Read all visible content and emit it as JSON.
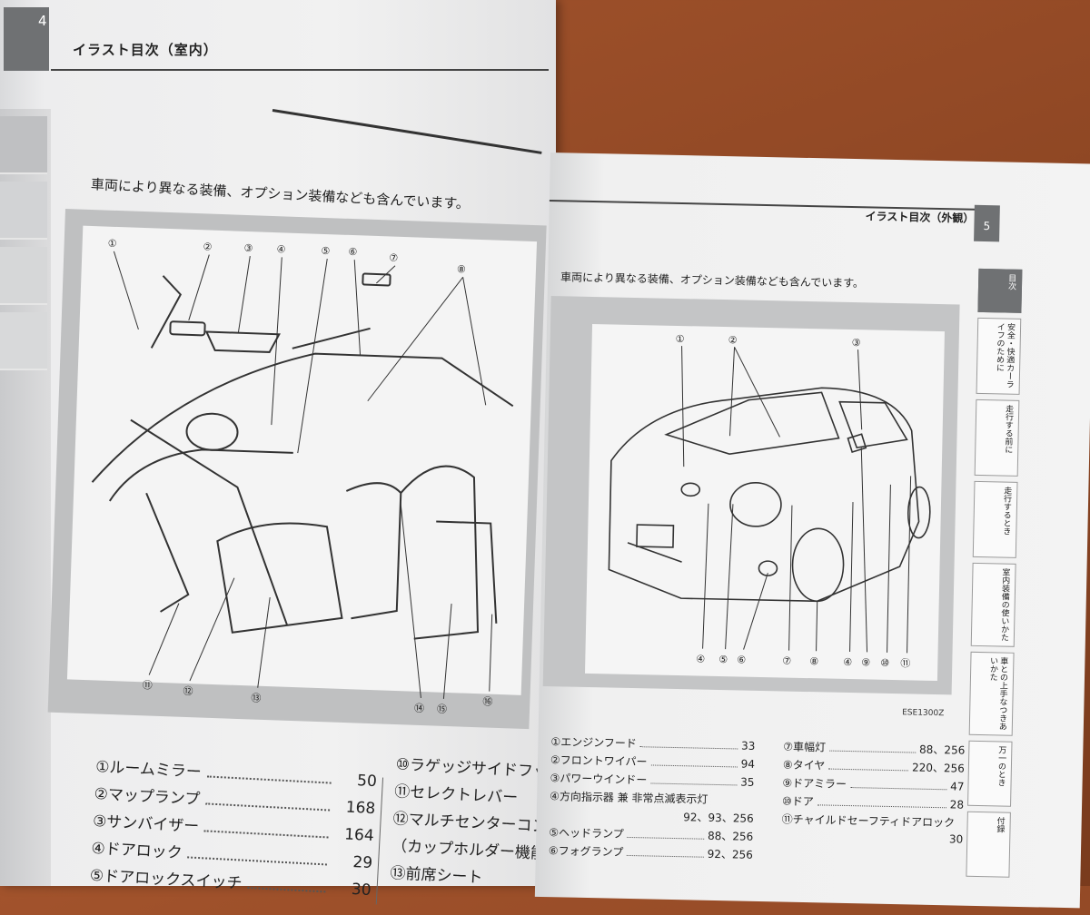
{
  "left_page": {
    "page_number": "4",
    "header_title": "イラスト目次（室内）",
    "note": "車両により異なる装備、オプション装備なども含んでいます。",
    "figure_callouts": [
      "①",
      "②",
      "③",
      "④",
      "⑤",
      "⑥",
      "⑦",
      "⑧",
      "⑪",
      "⑫",
      "⑬",
      "⑭",
      "⑮",
      "⑯"
    ],
    "index_col1": [
      {
        "label": "①ルームミラー",
        "page": "50"
      },
      {
        "label": "②マップランプ",
        "page": "168"
      },
      {
        "label": "③サンバイザー",
        "page": "164"
      },
      {
        "label": "④ドアロック",
        "page": "29"
      },
      {
        "label": "⑤ドアロックスイッチ",
        "page": "30"
      }
    ],
    "index_col2": [
      {
        "label": "⑩ラゲッジサイドフック"
      },
      {
        "label": "⑪セレクトレバー"
      },
      {
        "label": "⑫マルチセンターコンソ"
      },
      {
        "label": "（カップホルダー機能"
      },
      {
        "label": "⑬前席シート"
      }
    ]
  },
  "right_page": {
    "page_number": "5",
    "header_title": "イラスト目次（外観）",
    "note": "車両により異なる装備、オプション装備なども含んでいます。",
    "figure_code": "ESE1300Z",
    "figure_callouts_top": [
      "①",
      "②",
      "③"
    ],
    "figure_callouts_bottom": [
      "④",
      "⑤",
      "⑥",
      "⑦",
      "⑧",
      "④",
      "⑨",
      "⑩",
      "⑪"
    ],
    "index_col1": [
      {
        "label": "①エンジンフード",
        "page": "33"
      },
      {
        "label": "②フロントワイパー",
        "page": "94"
      },
      {
        "label": "③パワーウインドー",
        "page": "35"
      },
      {
        "label": "④方向指示器 兼 非常点滅表示灯",
        "page": ""
      },
      {
        "continuation": "92、93、256"
      },
      {
        "label": "⑤ヘッドランプ",
        "page": "88、256"
      },
      {
        "label": "⑥フォグランプ",
        "page": "92、256"
      }
    ],
    "index_col2": [
      {
        "label": "⑦車幅灯",
        "page": "88、256"
      },
      {
        "label": "⑧タイヤ",
        "page": "220、256"
      },
      {
        "label": "⑨ドアミラー",
        "page": "47"
      },
      {
        "label": "⑩ドア",
        "page": "28"
      },
      {
        "label": "⑪チャイルドセーフティドアロック",
        "page": ""
      },
      {
        "continuation": "30"
      }
    ],
    "side_tabs": [
      {
        "label": "目次",
        "active": true
      },
      {
        "label": "安全・快適カーライフのために",
        "active": false
      },
      {
        "label": "走行する前に",
        "active": false
      },
      {
        "label": "走行するとき",
        "active": false
      },
      {
        "label": "室内装備の使いかた",
        "active": false
      },
      {
        "label": "車との上手なつきあいかた",
        "active": false
      },
      {
        "label": "万一のとき",
        "active": false
      },
      {
        "label": "付録",
        "active": false
      }
    ]
  }
}
